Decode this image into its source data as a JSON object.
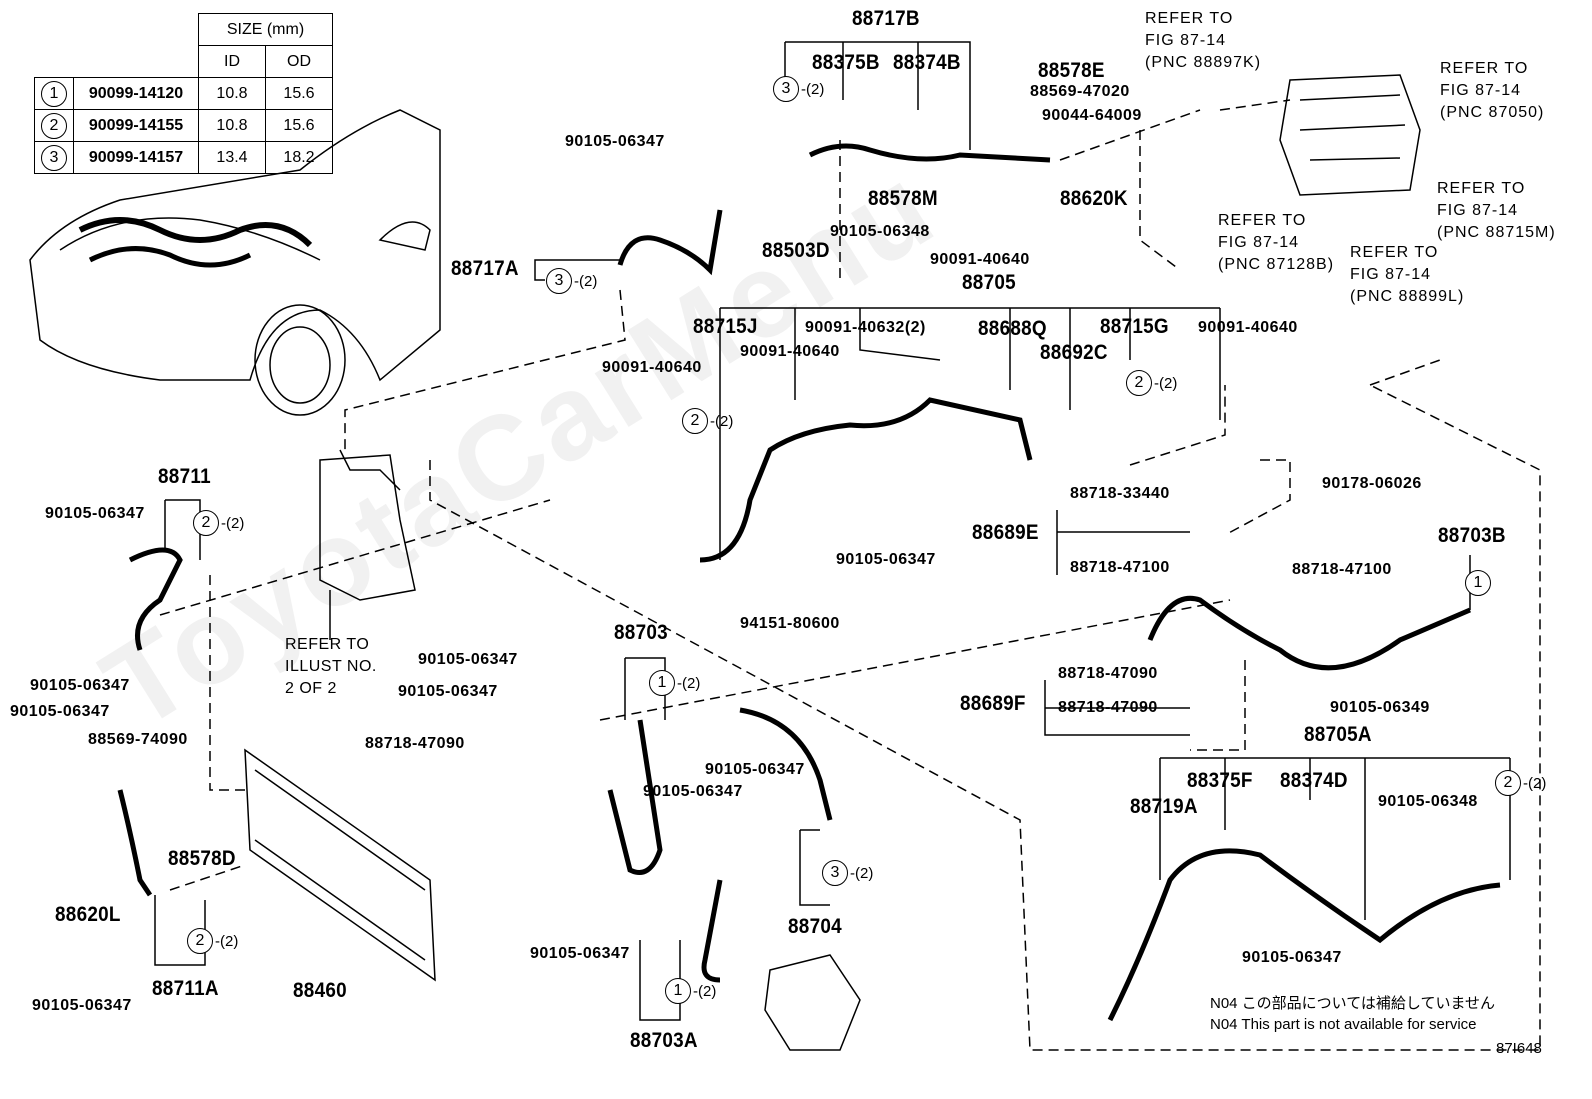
{
  "figure_id": "87I648",
  "watermark": "ToyotaCarMenu",
  "size_table": {
    "header": "SIZE (mm)",
    "columns": [
      "ID",
      "OD"
    ],
    "rows": [
      {
        "ref": "1",
        "part": "90099-14120",
        "id": "10.8",
        "od": "15.6"
      },
      {
        "ref": "2",
        "part": "90099-14155",
        "id": "10.8",
        "od": "15.6"
      },
      {
        "ref": "3",
        "part": "90099-14157",
        "id": "13.4",
        "od": "18.2"
      }
    ]
  },
  "labels": {
    "p88717B": "88717B",
    "p88375B": "88375B",
    "p88374B": "88374B",
    "p88578E": "88578E",
    "p88569_47020": "88569-47020",
    "p90044_64009": "90044-64009",
    "p90105_06347a": "90105-06347",
    "p88578M": "88578M",
    "p88620K": "88620K",
    "p90105_06348a": "90105-06348",
    "p90091_40640a": "90091-40640",
    "p88705": "88705",
    "p88717A": "88717A",
    "p88503D": "88503D",
    "p90091_40640b": "90091-40640",
    "p88715J": "88715J",
    "p90091_40632": "90091-40632(2)",
    "p88688Q": "88688Q",
    "p88715G": "88715G",
    "p90091_40640c": "90091-40640",
    "p90091_40640d": "90091-40640",
    "p88692C": "88692C",
    "p88711": "88711",
    "p90105_06347b": "90105-06347",
    "p90178_06026": "90178-06026",
    "p88718_33440": "88718-33440",
    "p88689E": "88689E",
    "p88718_47100a": "88718-47100",
    "p88703B": "88703B",
    "p88718_47100b": "88718-47100",
    "p90105_06347c": "90105-06347",
    "p90105_06347d": "90105-06347",
    "p90105_06347e": "90105-06347",
    "p88569_74090": "88569-74090",
    "p94151_80600": "94151-80600",
    "p88703": "88703",
    "p90105_06347f": "90105-06347",
    "p90105_06347g": "90105-06347",
    "p88718_47090a": "88718-47090",
    "p88689F": "88689F",
    "p88718_47090b": "88718-47090",
    "p90105_06349": "90105-06349",
    "p88705A": "88705A",
    "p88718_47090c": "88718-47090",
    "p88375F": "88375F",
    "p88374D": "88374D",
    "p88719A": "88719A",
    "p90105_06348b": "90105-06348",
    "p90105_06347h": "90105-06347",
    "p90105_06347i": "90105-06347",
    "p88578D": "88578D",
    "p88620L": "88620L",
    "p88704": "88704",
    "p90105_06347j": "90105-06347",
    "p90105_06347k": "90105-06347",
    "p88460": "88460",
    "p88711A": "88711A",
    "p90105_06347l": "90105-06347",
    "p88703A": "88703A"
  },
  "callouts": {
    "qty": "-(2)",
    "c1": "3",
    "c2": "3",
    "c3": "2",
    "c4": "2",
    "c5": "2",
    "c6": "1",
    "c7": "1",
    "c8": "2",
    "c9": "3",
    "c10": "2",
    "c11": "1"
  },
  "refer_notes": {
    "r88897K": "REFER TO\nFIG 87-14\n(PNC 88897K)",
    "r87050": "REFER TO\nFIG 87-14\n(PNC 87050)",
    "r88715M": "REFER TO\nFIG 87-14\n(PNC 88715M)",
    "r87128B": "REFER TO\nFIG 87-14\n(PNC 87128B)",
    "r88899L": "REFER TO\nFIG 87-14\n(PNC 88899L)",
    "illust": "REFER TO\nILLUST NO.\n2 OF 2"
  },
  "notes": {
    "jp": "N04 この部品については補給していません",
    "en": "N04 This part is not available for service"
  }
}
